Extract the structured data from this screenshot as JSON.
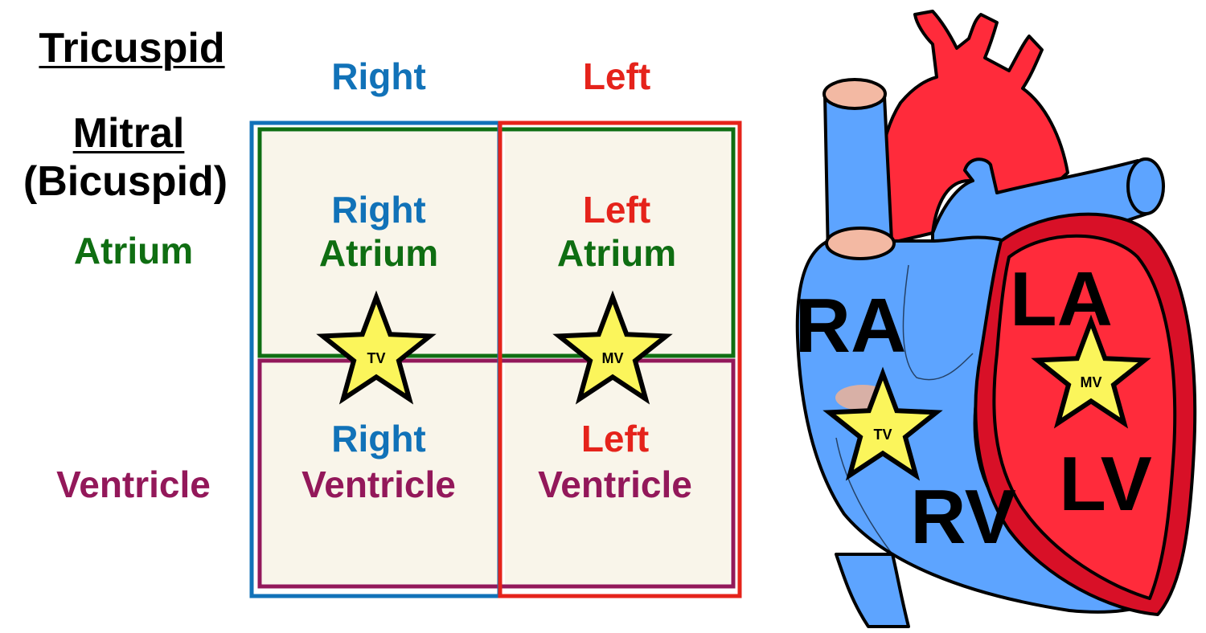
{
  "colors": {
    "right": "#1172b8",
    "left": "#e5231b",
    "atrium": "#0f6e12",
    "ventricle": "#93185a",
    "valve_star": "#fbf55b",
    "cell_bg": "#f9f5ea",
    "heart_blue": "#5da4ff",
    "heart_red": "#ff2b3b",
    "heart_dark_red": "#d81027",
    "vessel_cap": "#f3b9a3"
  },
  "side_labels": {
    "tricuspid": "Tricuspid",
    "mitral": "Mitral",
    "bicuspid": "(Bicuspid)",
    "atrium": "Atrium",
    "ventricle": "Ventricle"
  },
  "column_headers": {
    "right": "Right",
    "left": "Left"
  },
  "grid_cells": {
    "right_atrium": {
      "side": "Right",
      "chamber": "Atrium"
    },
    "left_atrium": {
      "side": "Left",
      "chamber": "Atrium"
    },
    "right_ventricle": {
      "side": "Right",
      "chamber": "Ventricle"
    },
    "left_ventricle": {
      "side": "Left",
      "chamber": "Ventricle"
    }
  },
  "valves": {
    "tricuspid": "TV",
    "mitral": "MV"
  },
  "heart_labels": {
    "ra": "RA",
    "rv": "RV",
    "la": "LA",
    "lv": "LV"
  }
}
